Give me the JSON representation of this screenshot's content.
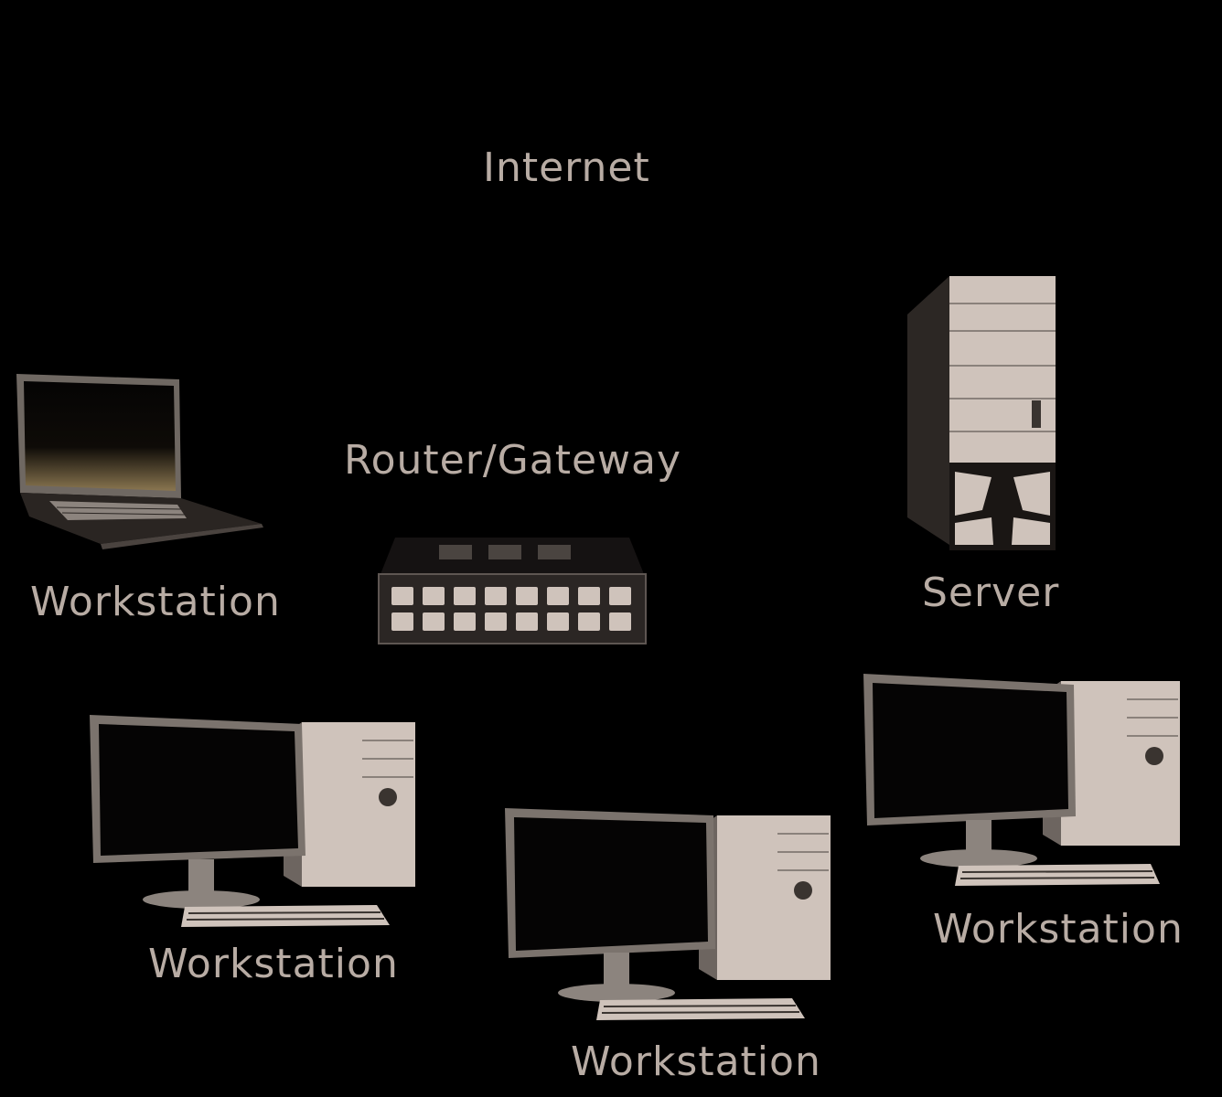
{
  "labels": {
    "internet": "Internet",
    "router": "Router/Gateway",
    "server": "Server",
    "laptop_workstation": "Workstation",
    "desktop_left": "Workstation",
    "desktop_center": "Workstation",
    "desktop_right": "Workstation"
  },
  "colors": {
    "background": "#000000",
    "label_text": "#b8aca4",
    "device_body": "#cfc3bb",
    "device_shadow": "#3a3430",
    "screen": "#050404",
    "laptop_glow": "#a8946a"
  },
  "icons": {
    "laptop": "laptop-icon",
    "router": "router-switch-icon",
    "server": "server-tower-icon",
    "desktop": "desktop-computer-icon"
  }
}
